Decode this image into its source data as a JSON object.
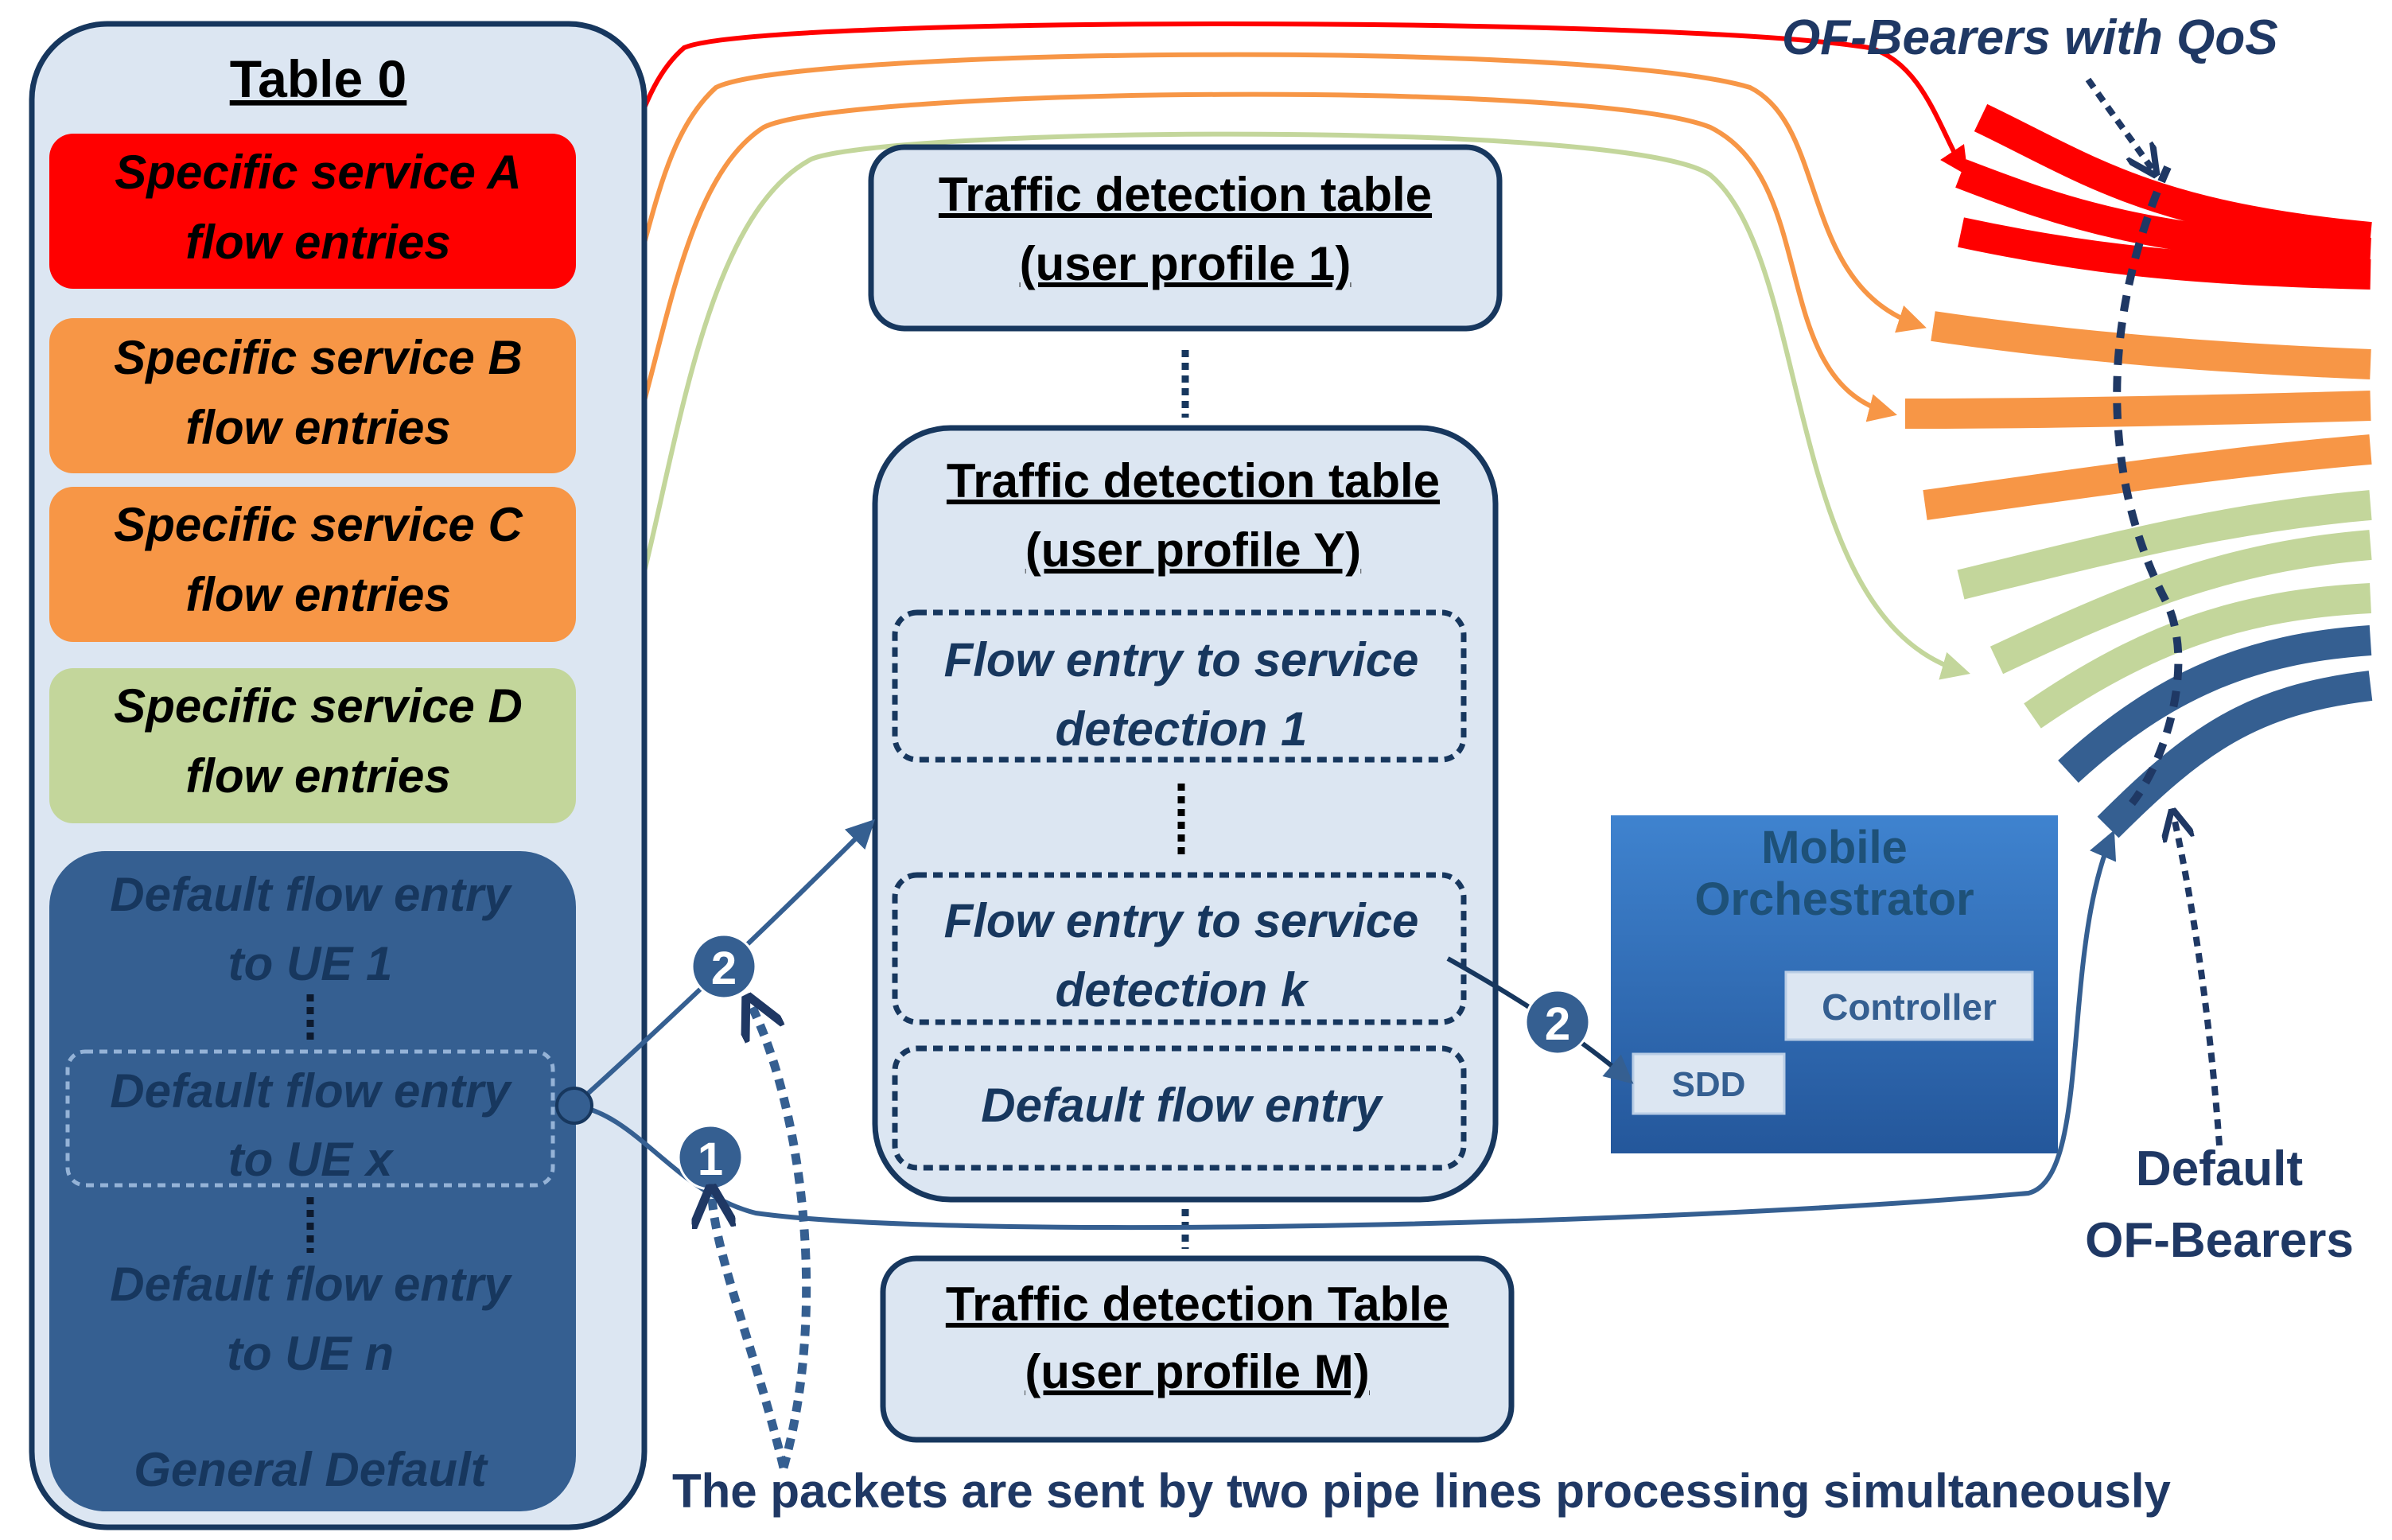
{
  "table0": {
    "title": "Table  0",
    "services": [
      {
        "line1": "Specific service A",
        "line2": "flow entries",
        "color": "#FF0000"
      },
      {
        "line1": "Specific service B",
        "line2": "flow entries",
        "color": "#F79646"
      },
      {
        "line1": "Specific service C",
        "line2": "flow entries",
        "color": "#F79646"
      },
      {
        "line1": "Specific service D",
        "line2": "flow entries",
        "color": "#C3D69B"
      }
    ],
    "defaults": {
      "ue1_line1": "Default flow entry",
      "ue1_line2": "to UE 1",
      "uex_line1": "Default flow entry",
      "uex_line2": "to UE x",
      "uen_line1": "Default flow entry",
      "uen_line2": "to UE n",
      "general": "General Default",
      "color": "#355F91"
    }
  },
  "tables": {
    "profile1": {
      "line1": "Traffic detection table",
      "line2": "(user profile 1)"
    },
    "profileY": {
      "line1": "Traffic detection table",
      "line2": "(user profile Y)",
      "entry1_line1": "Flow entry to service",
      "entry1_line2": "detection 1",
      "entryk_line1": "Flow entry to service",
      "entryk_line2": "detection k",
      "default": "Default flow entry"
    },
    "profileM": {
      "line1": "Traffic detection Table",
      "line2": "(user profile M)"
    }
  },
  "orchestrator": {
    "title_line1": "Mobile",
    "title_line2": "Orchestrator",
    "controller": "Controller",
    "sdd": "SDD"
  },
  "badges": {
    "one": "1",
    "two": "2"
  },
  "bearers": {
    "qos_label": "OF-Bearers with QoS",
    "default_line1": "Default",
    "default_line2": "OF-Bearers"
  },
  "caption": "The packets are sent by two pipe lines processing simultaneously",
  "colors": {
    "navy": "#1F3864",
    "panel": "#DCE6F2",
    "panel_border": "#17375E",
    "blue_line": "#355F91",
    "orchestrator": "#2E6DB4"
  }
}
